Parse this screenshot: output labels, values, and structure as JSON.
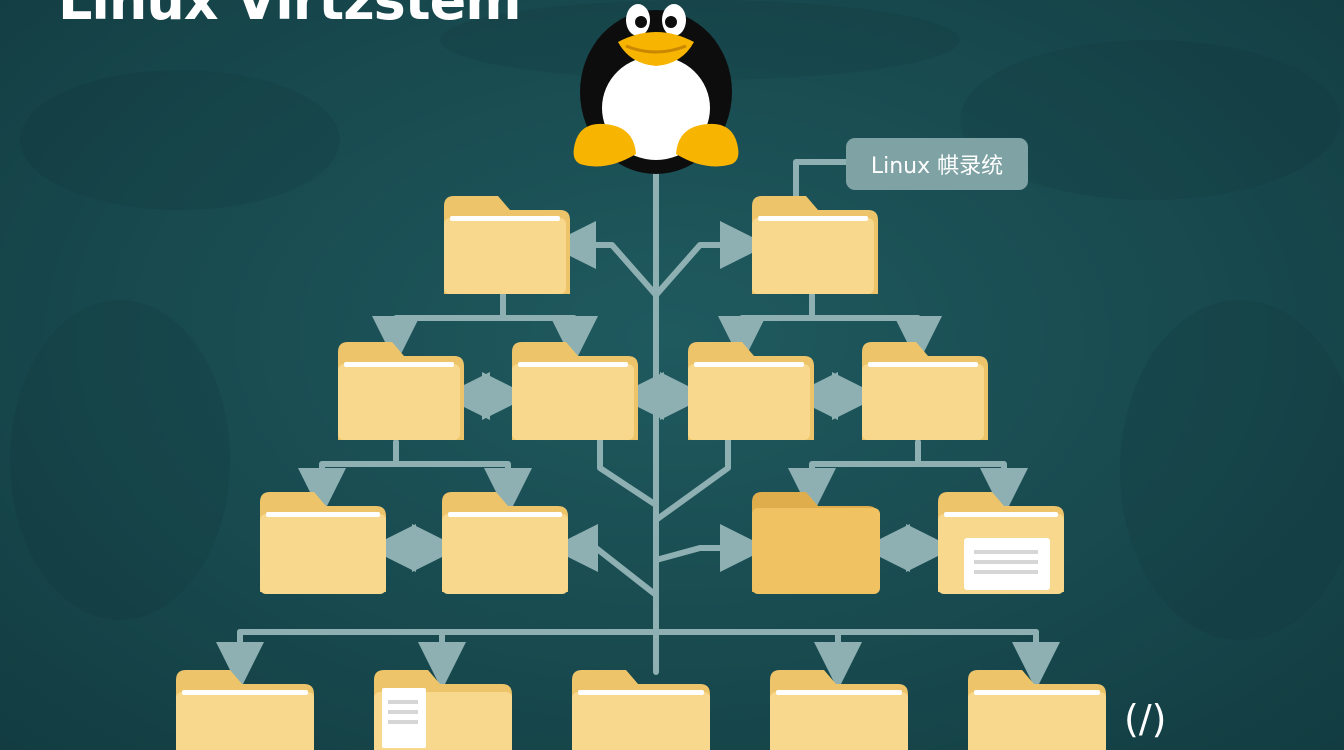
{
  "header": {
    "title": "Linux Virtzstem"
  },
  "callout": {
    "label": "Linux 帺录统"
  },
  "root_label": "(/)",
  "colors": {
    "background": "#184a4f",
    "connector": "#8fb0b2",
    "folder_front": "#f7d88c",
    "folder_back": "#eec46a",
    "folder_dark": "#f0c262",
    "tux_beak": "#f7b400"
  },
  "icons": [
    "tux-penguin-icon",
    "folder-icon",
    "document-icon",
    "double-arrow-icon"
  ],
  "tree": {
    "root": "tux-penguin",
    "levels": [
      {
        "folders": 2
      },
      {
        "folders": 4
      },
      {
        "folders": 4,
        "variants": [
          "plain",
          "plain",
          "dark",
          "document"
        ]
      },
      {
        "folders": 5,
        "variants": [
          "plain",
          "document",
          "plain",
          "plain",
          "plain"
        ]
      }
    ]
  }
}
